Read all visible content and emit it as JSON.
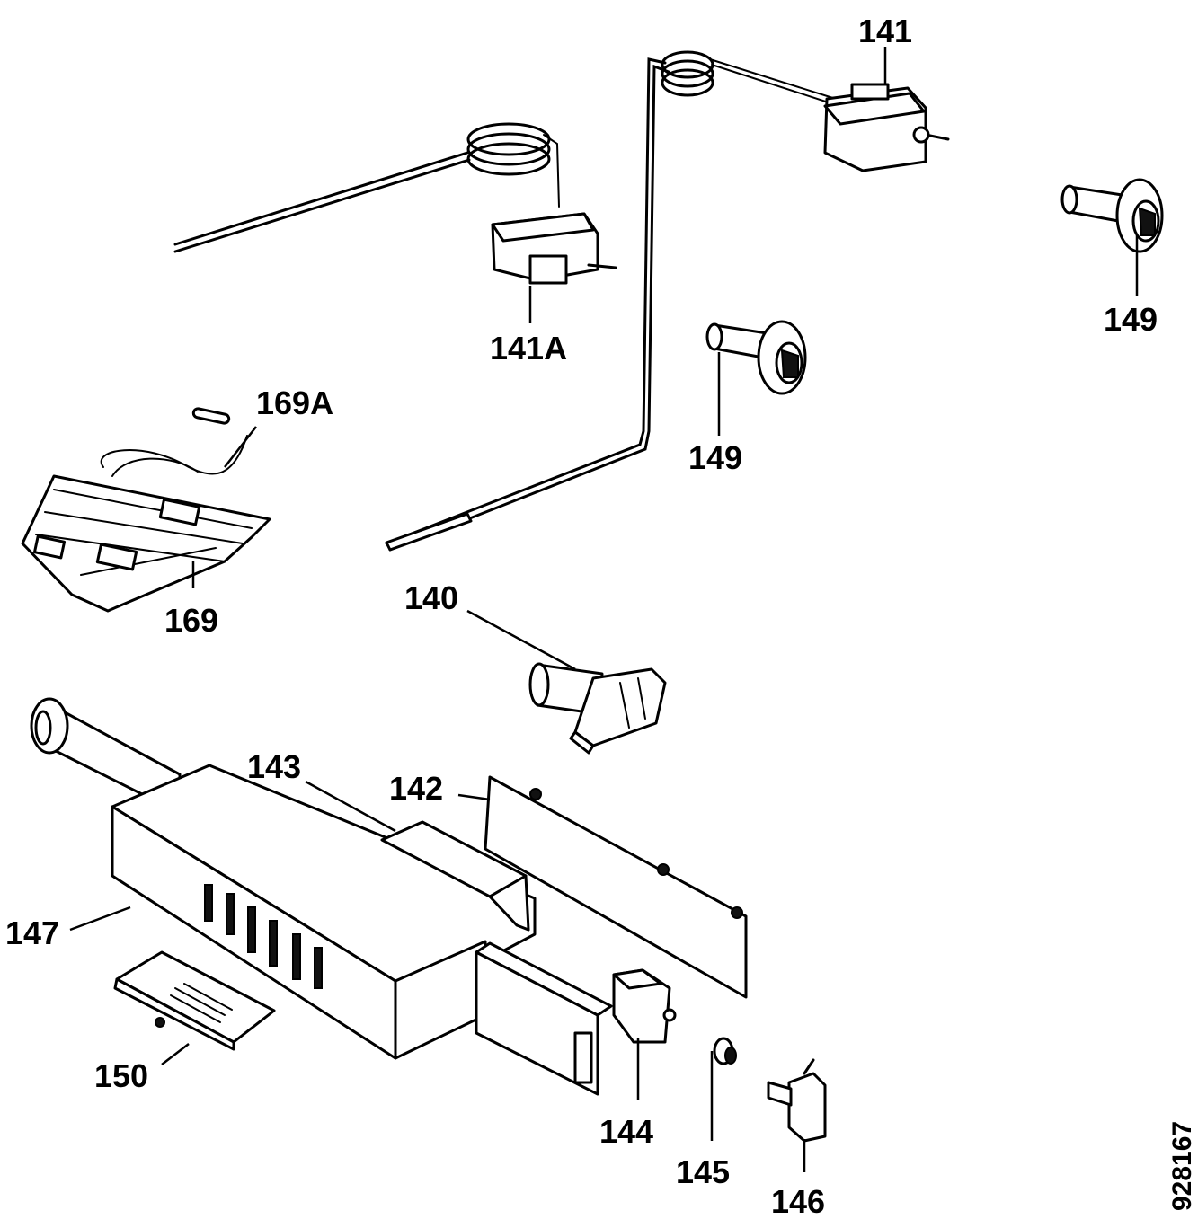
{
  "diagram": {
    "callouts": {
      "c141": "141",
      "c141a": "141A",
      "c149_right": "149",
      "c149_mid": "149",
      "c169a": "169A",
      "c169": "169",
      "c140": "140",
      "c143": "143",
      "c142": "142",
      "c147": "147",
      "c150": "150",
      "c144": "144",
      "c145": "145",
      "c146": "146"
    },
    "document_number": "928167"
  }
}
